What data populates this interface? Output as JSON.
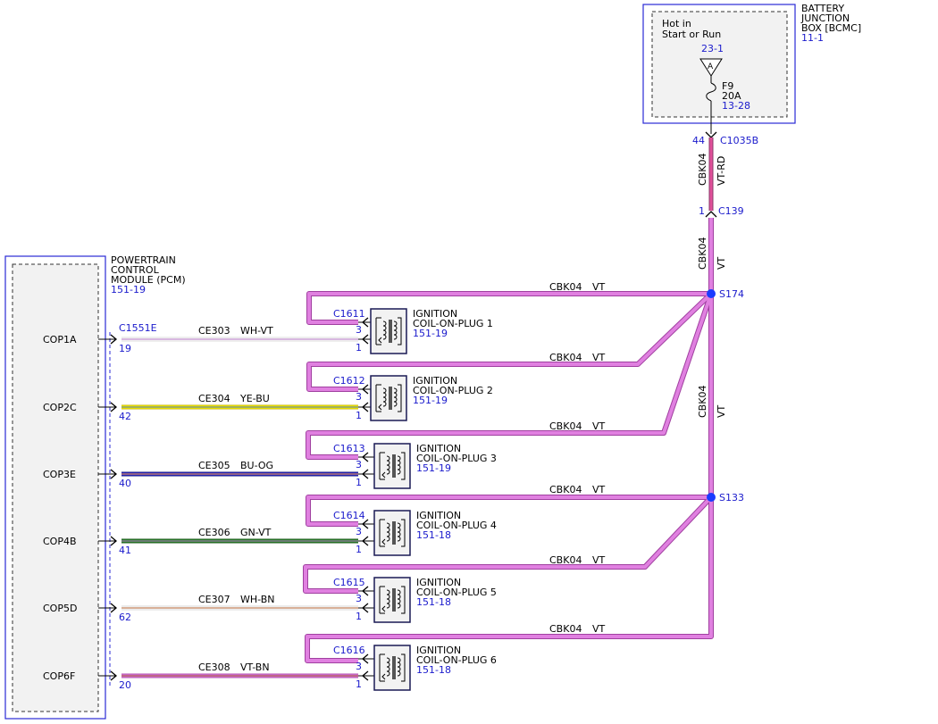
{
  "colors": {
    "box_border": "#2a2ad6",
    "box_fill": "#f2f2f2",
    "ref_text": "#1a1acc",
    "vt_wire": "#dd77dd",
    "vt_rd_wire": "#e0509a",
    "splice": "#1a3bff",
    "coil_border": "#1a1a55"
  },
  "bjb": {
    "title_lines": [
      "BATTERY",
      "JUNCTION",
      "BOX [BCMC]"
    ],
    "ref": "11-1",
    "hot_lines": [
      "Hot in",
      "Start or Run"
    ],
    "hot_ref": "23-1",
    "triangle_label": "A",
    "fuse_name": "F9",
    "fuse_rating": "20A",
    "fuse_ref": "13-28"
  },
  "c1035b": {
    "pin": "44",
    "name": "C1035B",
    "circuit": "CBK04",
    "color": "VT-RD"
  },
  "c139": {
    "pin": "1",
    "name": "C139",
    "circuit": "CBK04",
    "color": "VT"
  },
  "trunk": {
    "circuit": "CBK04",
    "color": "VT"
  },
  "splices": {
    "s174": "S174",
    "s133": "S133"
  },
  "branch": {
    "circuit": "CBK04",
    "color": "VT"
  },
  "pcm": {
    "title_lines": [
      "POWERTRAIN",
      "CONTROL",
      "MODULE (PCM)"
    ],
    "ref": "151-19",
    "connector": "C1551E"
  },
  "coil_title": "IGNITION",
  "circuits": [
    {
      "pcm_pin_label": "COP1A",
      "pin": "19",
      "circuit": "CE303",
      "wire_color": "WH-VT",
      "connector": "C1611",
      "coil_label": "COIL-ON-PLUG 1",
      "coil_ref": "151-19",
      "pin3": "3",
      "pin1": "1",
      "stripes": [
        "#dddddd",
        "#ffffff",
        "#b070c0",
        "#ffffff",
        "#dddddd"
      ]
    },
    {
      "pcm_pin_label": "COP2C",
      "pin": "42",
      "circuit": "CE304",
      "wire_color": "YE-BU",
      "connector": "C1612",
      "coil_label": "COIL-ON-PLUG 2",
      "coil_ref": "151-19",
      "pin3": "3",
      "pin1": "1",
      "stripes": [
        "#c8b400",
        "#ffff00",
        "#4060c0",
        "#ffff00",
        "#c8b400"
      ]
    },
    {
      "pcm_pin_label": "COP3E",
      "pin": "40",
      "circuit": "CE305",
      "wire_color": "BU-OG",
      "connector": "C1613",
      "coil_label": "COIL-ON-PLUG 3",
      "coil_ref": "151-19",
      "pin3": "3",
      "pin1": "1",
      "stripes": [
        "#1a1a80",
        "#2a2add",
        "#ff9a30",
        "#2a2add",
        "#1a1a80"
      ]
    },
    {
      "pcm_pin_label": "COP4B",
      "pin": "41",
      "circuit": "CE306",
      "wire_color": "GN-VT",
      "connector": "C1614",
      "coil_label": "COIL-ON-PLUG 4",
      "coil_ref": "151-18",
      "pin3": "3",
      "pin1": "1",
      "stripes": [
        "#1e5a1e",
        "#2e8a2e",
        "#b070c0",
        "#2e8a2e",
        "#1e5a1e"
      ]
    },
    {
      "pcm_pin_label": "COP5D",
      "pin": "62",
      "circuit": "CE307",
      "wire_color": "WH-BN",
      "connector": "C1615",
      "coil_label": "COIL-ON-PLUG 5",
      "coil_ref": "151-18",
      "pin3": "3",
      "pin1": "1",
      "stripes": [
        "#d8d8d8",
        "#ffffff",
        "#b06030",
        "#ffffff",
        "#d8d8d8"
      ]
    },
    {
      "pcm_pin_label": "COP6F",
      "pin": "20",
      "circuit": "CE308",
      "wire_color": "VT-BN",
      "connector": "C1616",
      "coil_label": "COIL-ON-PLUG 6",
      "coil_ref": "151-18",
      "pin3": "3",
      "pin1": "1",
      "stripes": [
        "#b050b0",
        "#dd77dd",
        "#a05a30",
        "#dd77dd",
        "#b050b0"
      ]
    }
  ]
}
